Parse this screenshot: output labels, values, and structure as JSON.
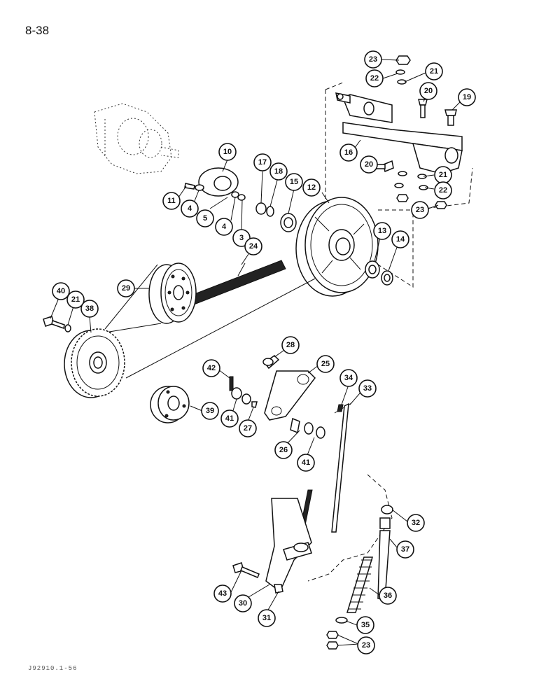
{
  "page": {
    "number": "8-38",
    "figure_code": "J92910.1-56"
  },
  "callouts": [
    {
      "label": "23"
    },
    {
      "label": "22"
    },
    {
      "label": "21"
    },
    {
      "label": "20"
    },
    {
      "label": "19"
    },
    {
      "label": "16"
    },
    {
      "label": "20"
    },
    {
      "label": "21"
    },
    {
      "label": "22"
    },
    {
      "label": "23"
    },
    {
      "label": "10"
    },
    {
      "label": "17"
    },
    {
      "label": "18"
    },
    {
      "label": "15"
    },
    {
      "label": "12"
    },
    {
      "label": "11"
    },
    {
      "label": "4"
    },
    {
      "label": "5"
    },
    {
      "label": "4"
    },
    {
      "label": "3"
    },
    {
      "label": "24"
    },
    {
      "label": "13"
    },
    {
      "label": "14"
    },
    {
      "label": "29"
    },
    {
      "label": "40"
    },
    {
      "label": "21"
    },
    {
      "label": "38"
    },
    {
      "label": "28"
    },
    {
      "label": "42"
    },
    {
      "label": "25"
    },
    {
      "label": "34"
    },
    {
      "label": "33"
    },
    {
      "label": "39"
    },
    {
      "label": "41"
    },
    {
      "label": "27"
    },
    {
      "label": "26"
    },
    {
      "label": "41"
    },
    {
      "label": "32"
    },
    {
      "label": "37"
    },
    {
      "label": "36"
    },
    {
      "label": "43"
    },
    {
      "label": "30"
    },
    {
      "label": "31"
    },
    {
      "label": "35"
    },
    {
      "label": "23"
    }
  ]
}
